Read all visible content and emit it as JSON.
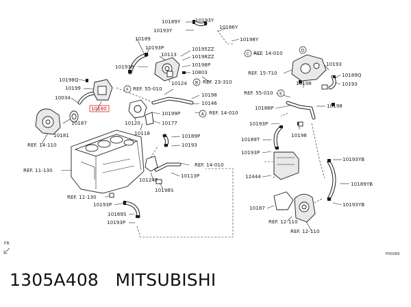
{
  "caption": "1305A408   MITSUBISHI",
  "figure_code": "F00265",
  "fr_mark": "FR",
  "labels": {
    "l10189y": "10189Y",
    "l10193y_a": "10193Y",
    "l10193y_b": "10193Y",
    "l10186y": "10186Y",
    "l10198y": "10198Y",
    "l10189_a": "10189",
    "l10193p_a": "10193P",
    "l10113": "10113",
    "l10195zz": "10195ZZ",
    "l10198zz": "10198ZZ",
    "l10198p": "10198P",
    "l10803": "10803",
    "l10193p_b": "10193P",
    "l10124": "10124",
    "ref23310": "REF. 23-310",
    "l10198q_a": "10198Q",
    "l10199": "10199",
    "ref55010_a": "REF. 55-010",
    "l10198_a": "10198",
    "l10146": "10146",
    "l10034": "10034",
    "l10160": "10160",
    "l10187_a": "10187",
    "l10120": "10120",
    "l10199p": "10199P",
    "ref14010_a": "REF. 14-010",
    "l10177": "10177",
    "l10181": "10181",
    "ref14110": "REF. 14-110",
    "l10118": "10118",
    "l10189p": "10189P",
    "l10193_a": "10193",
    "ref14010_b": "REF. 14-010",
    "ref11130_a": "REF. 11-130",
    "l10124p": "10124P",
    "l10113p": "10113P",
    "l10198s": "10198S",
    "ref11130_b": "REF. 11-130",
    "l10193p_c": "10193P",
    "l10189s": "10189S",
    "l10193p_d": "10193P",
    "ref14010_c": "REF. 14-010",
    "ref15710": "REF. 15-710",
    "l10193_b": "10193",
    "l10189q": "10189Q",
    "l10193_c": "10193",
    "l10198_b": "10198",
    "ref55010_b": "REF. 55-010",
    "l10186p": "10186P",
    "l10198_c": "10198",
    "l10193p_e": "10193P",
    "l10198_d": "10198",
    "l10189t": "10189T",
    "l10193p_f": "10193P",
    "l10193yb_a": "10193YB",
    "l12444": "12444",
    "l10189yb": "10189YB",
    "l10193yb_b": "10193YB",
    "l10187_b": "10187",
    "ref12110_a": "REF. 12-110",
    "ref12110_b": "REF. 12-110"
  },
  "callouts": {
    "a": "A",
    "b": "B",
    "c": "C",
    "d": "D",
    "e": "E",
    "f": "F"
  }
}
